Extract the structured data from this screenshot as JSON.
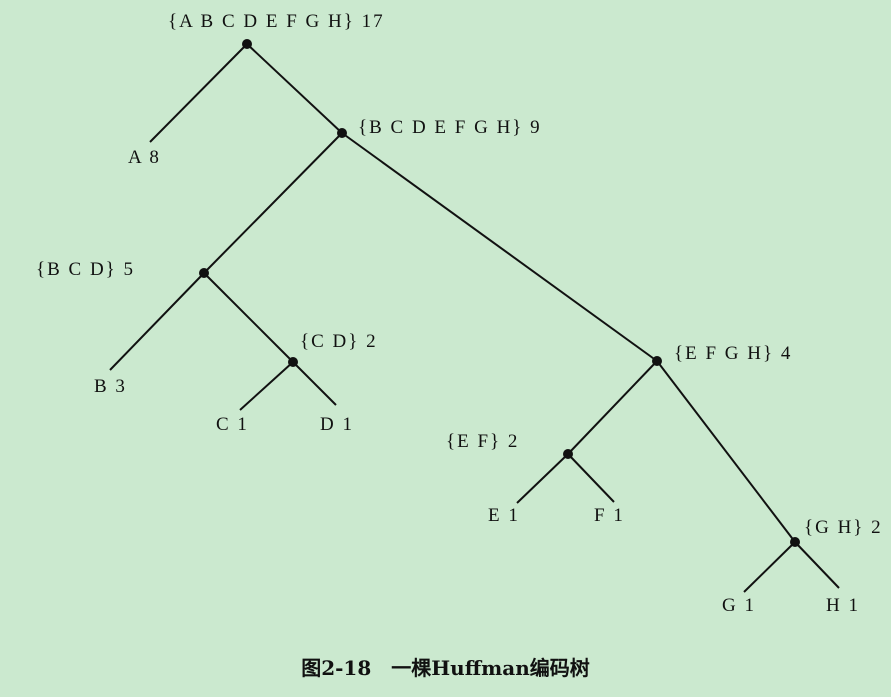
{
  "nodes": [
    {
      "id": "root",
      "label": "{A B C D E F G H} 17"
    },
    {
      "id": "n_bh",
      "label": "{B C D E F G H} 9"
    },
    {
      "id": "n_bcd",
      "label": "{B C D} 5"
    },
    {
      "id": "n_cd",
      "label": "{C D} 2"
    },
    {
      "id": "n_efgh",
      "label": "{E F G H} 4"
    },
    {
      "id": "n_ef",
      "label": "{E F} 2"
    },
    {
      "id": "n_gh",
      "label": "{G H} 2"
    }
  ],
  "leaves": [
    {
      "id": "leaf_a",
      "label": "A 8"
    },
    {
      "id": "leaf_b",
      "label": "B 3"
    },
    {
      "id": "leaf_c",
      "label": "C 1"
    },
    {
      "id": "leaf_d",
      "label": "D 1"
    },
    {
      "id": "leaf_e",
      "label": "E 1"
    },
    {
      "id": "leaf_f",
      "label": "F 1"
    },
    {
      "id": "leaf_g",
      "label": "G 1"
    },
    {
      "id": "leaf_h",
      "label": "H 1"
    }
  ],
  "caption": "图2-18　一棵Huffman编码树"
}
